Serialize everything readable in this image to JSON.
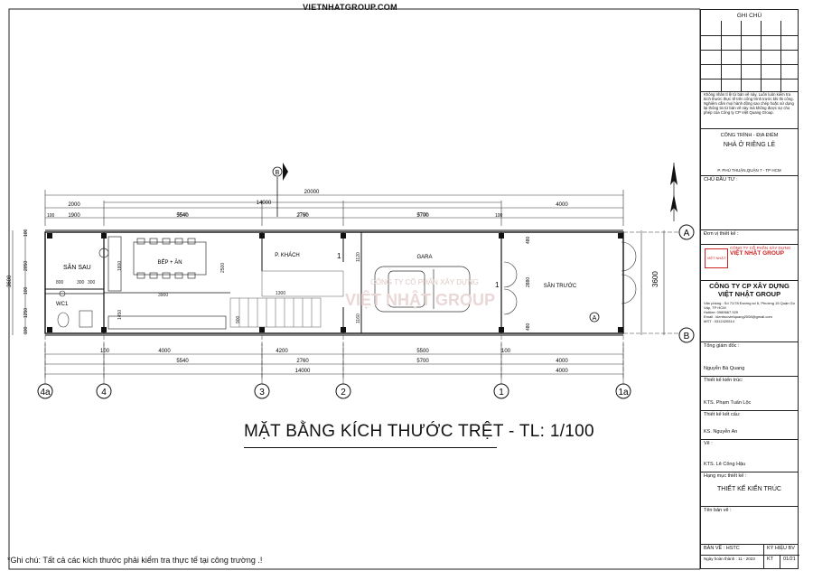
{
  "header": {
    "site": "VIETNHATGROUP.COM"
  },
  "plan": {
    "title": "MẶT BẰNG KÍCH THƯỚC TRỆT - TL: 1/100",
    "overall_dim": "20000",
    "dim_14000": "14000",
    "top_dims": [
      "2000",
      "1900",
      "5540",
      "2760",
      "5700",
      "4000"
    ],
    "top_inner_dims": [
      "100",
      "5540",
      "2760",
      "5700",
      "100"
    ],
    "bottom_dims1": [
      "100",
      "4000",
      "4200",
      "5500",
      "100"
    ],
    "bottom_dims2": [
      "5540",
      "2760",
      "5700",
      "4000"
    ],
    "bottom_total": "14000",
    "bottom_total_outer": "4000",
    "left_dims": [
      "100",
      "2050",
      "100",
      "1250",
      "100"
    ],
    "left_total": "3600",
    "right_total": "3600",
    "right_dims": [
      "480",
      "2880",
      "480"
    ],
    "inner_dims": [
      "1800",
      "2500",
      "3900",
      "1450",
      "800",
      "300",
      "300",
      "1120",
      "1300",
      "900",
      "1160"
    ],
    "axes_bottom": [
      "4a",
      "4",
      "3",
      "2",
      "1",
      "1a"
    ],
    "axes_right": [
      "A",
      "B"
    ],
    "section_marks": [
      "B",
      "A"
    ],
    "rooms": {
      "san_sau": "SÂN SAU",
      "wc1": "WC1",
      "bep_an": "BẾP + ĂN",
      "p_khach": "P. KHÁCH",
      "gara": "GARA",
      "san_truoc": "SÂN TRƯỚC"
    },
    "watermark_top": "CÔNG TY CỔ PHẦN XÂY DỰNG",
    "watermark_main": "VIỆT NHẬT GROUP",
    "door_tags": [
      "1",
      "1"
    ]
  },
  "titleblock": {
    "ghi_chu": "GHI CHÚ",
    "note_text": "Không nhân tỉ lệ từ bản vẽ này. Luôn luôn kiểm tra kích thước thực tế trên công trình trước khi thi công. Nghiêm cấm mọi hành động sao chép hoặc sử dụng lại thông tin từ bản vẽ này mà không được sự cho phép của Công ty CP Việt Quang Group.",
    "cong_trinh_label": "CÔNG TRÌNH - ĐỊA ĐIỂM",
    "cong_trinh": "NHÀ Ở RIÊNG LẺ",
    "dia_diem": "P. PHÚ THUẬN,QUẬN 7 - TP HCM",
    "chu_dau_tu": "CHỦ ĐẦU TƯ :",
    "don_vi": "Đơn vị thiết kế :",
    "logo_sub": "CÔNG TY CỔ PHẦN XÂY DỰNG",
    "logo_main": "VIỆT NHẬT GROUP",
    "logo_mark": "VIỆT NHẬT",
    "company_line1": "CÔNG TY CP XÂY DỰNG",
    "company_line2": "VIỆT NHẬT GROUP",
    "van_phong": "Văn phòng : Số 71/78 Đường số 6, Phường 15 Quận Gò Vấp, TP HCM",
    "hotline": "Hotline: 0989667 929",
    "email": "Email : kientrucvietquang2008@gmail.com",
    "mst": "MST : 0312420514",
    "tong_giam_doc": "Tổng giám đốc :",
    "tgd_name": "Nguyễn Bá Quang",
    "tk_kien_truc": "Thiết kế kiến trúc:",
    "tk_kien_truc_name": "KTS. Phạm Tuấn Lộc",
    "tk_ket_cau": "Thiết kế kết cấu:",
    "tk_ket_cau_name": "KS. Nguyễn An",
    "ve": "Vẽ :",
    "ve_name": "KTS. Lê Công Hậu",
    "hang_muc": "Hạng mục thiết kế :",
    "hang_muc_value": "THIẾT KẾ KIẾN TRÚC",
    "ten_ban_ve": "Tên bản vẽ :",
    "ban_ve": "BẢN VẼ : HSTC",
    "ky_hieu": "KÝ HIỆU BV",
    "ngay": "Ngày hoàn thành : 11 - 2023",
    "kt": "KT",
    "so": "01/21"
  },
  "footer": {
    "note": "*Ghi chú: Tất cả các kích thước phải kiểm tra thực tế tại công trường .!"
  }
}
